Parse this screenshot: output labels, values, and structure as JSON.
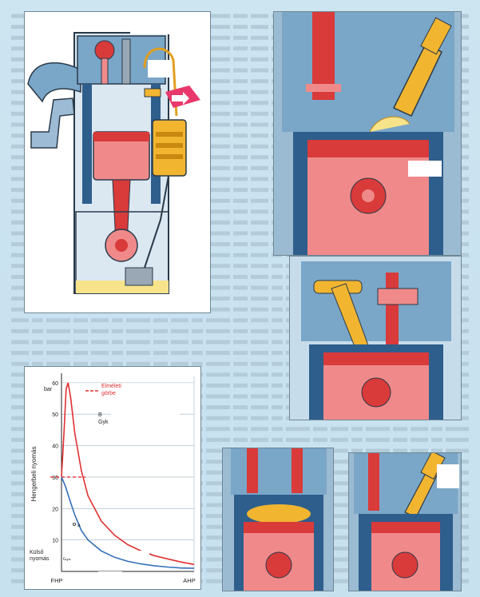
{
  "page": {
    "background": "#cde4f1",
    "panel_border": "#6f8796"
  },
  "engine_colors": {
    "block_blue": "#2e5e8c",
    "block_light": "#7aa6c8",
    "piston_red": "#d93a3a",
    "piston_pink": "#f08a8a",
    "injector_yellow": "#f2b530",
    "oil_yellow": "#f7e38a",
    "outline": "#2a3a4a"
  },
  "chart_data": {
    "type": "line",
    "y_axis_title": "Hengerbeli nyomás",
    "y_unit": "bar",
    "yticks": [
      10,
      20,
      30,
      40,
      50,
      60
    ],
    "ylim": [
      0,
      62
    ],
    "x_tick_labels": [
      "FHP",
      "AHP"
    ],
    "bottom_label": "Külső nyomás",
    "legend": {
      "label_line1": "Elméleti",
      "label_line2": "görbe",
      "color": "#e03030"
    },
    "point_labels": {
      "b": "B",
      "gyk": "Gyk",
      "a": "a",
      "gyk_small": "Gyk"
    },
    "series": [
      {
        "color": "#e03030",
        "x": [
          0.0,
          0.02,
          0.035,
          0.05,
          0.07,
          0.1,
          0.15,
          0.2,
          0.3,
          0.4,
          0.5,
          0.6,
          0.7,
          0.8,
          0.9,
          1.0
        ],
        "y": [
          30,
          45,
          58,
          60,
          55,
          44,
          32,
          24,
          16,
          11.5,
          8.5,
          6.5,
          5,
          4,
          3,
          2.2
        ]
      },
      {
        "color": "#3570b8",
        "x": [
          0.0,
          0.03,
          0.06,
          0.1,
          0.15,
          0.2,
          0.3,
          0.4,
          0.5,
          0.6,
          0.7,
          0.8,
          0.9,
          1.0
        ],
        "y": [
          30,
          27,
          23,
          18,
          13,
          10,
          6.5,
          4.5,
          3.2,
          2.4,
          1.8,
          1.4,
          1.1,
          1.0
        ]
      }
    ],
    "dashed_levels": [
      30
    ]
  }
}
